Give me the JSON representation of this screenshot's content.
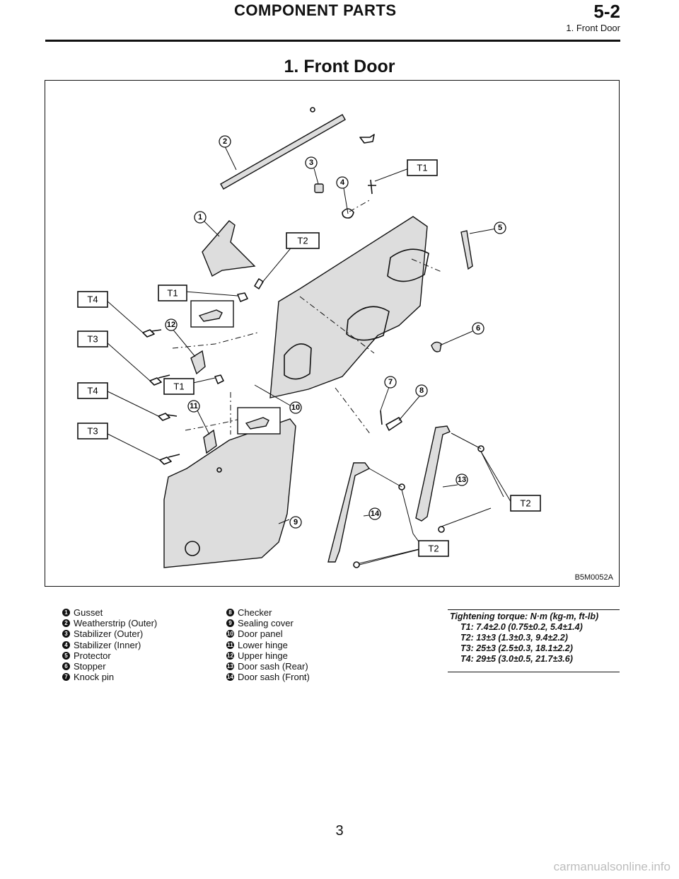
{
  "header": {
    "section_title": "COMPONENT PARTS",
    "section_code": "5-2",
    "subsection": "1. Front Door"
  },
  "title": "1. Front Door",
  "figure": {
    "code": "B5M0052A",
    "callouts": [
      "1",
      "2",
      "3",
      "4",
      "5",
      "6",
      "7",
      "8",
      "9",
      "10",
      "11",
      "12",
      "13",
      "14"
    ],
    "torque_boxes": [
      "T1",
      "T1",
      "T1",
      "T2",
      "T2",
      "T2",
      "T3",
      "T3",
      "T4",
      "T4"
    ]
  },
  "legend": [
    {
      "num": "1",
      "label": "Gusset"
    },
    {
      "num": "2",
      "label": "Weatherstrip (Outer)"
    },
    {
      "num": "3",
      "label": "Stabilizer (Outer)"
    },
    {
      "num": "4",
      "label": "Stabilizer (Inner)"
    },
    {
      "num": "5",
      "label": "Protector"
    },
    {
      "num": "6",
      "label": "Stopper"
    },
    {
      "num": "7",
      "label": "Knock pin"
    },
    {
      "num": "8",
      "label": "Checker"
    },
    {
      "num": "9",
      "label": "Sealing cover"
    },
    {
      "num": "10",
      "label": "Door panel"
    },
    {
      "num": "11",
      "label": "Lower hinge"
    },
    {
      "num": "12",
      "label": "Upper hinge"
    },
    {
      "num": "13",
      "label": "Door sash (Rear)"
    },
    {
      "num": "14",
      "label": "Door sash (Front)"
    }
  ],
  "torque": {
    "heading": "Tightening torque: N·m (kg-m, ft-lb)",
    "values": [
      "T1: 7.4±2.0 (0.75±0.2, 5.4±1.4)",
      "T2: 13±3 (1.3±0.3, 9.4±2.2)",
      "T3: 25±3 (2.5±0.3, 18.1±2.2)",
      "T4: 29±5 (3.0±0.5, 21.7±3.6)"
    ]
  },
  "page_number": "3",
  "watermark": "carmanualsonline.info"
}
